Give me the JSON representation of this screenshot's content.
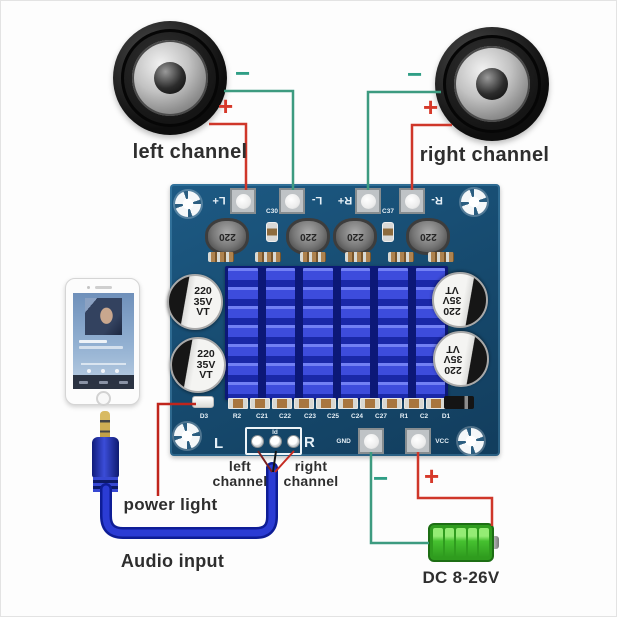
{
  "labels": {
    "left_channel": "left channel",
    "right_channel": "right channel",
    "input_left_line1": "left",
    "input_left_line2": "channel",
    "input_right_line1": "right",
    "input_right_line2": "channel",
    "power_light": "power light",
    "audio_input": "Audio input",
    "dc_range": "DC 8-26V"
  },
  "signs": {
    "plus": "+",
    "minus": "−"
  },
  "colors": {
    "wire_positive": "#cf372a",
    "wire_negative": "#3d9b80",
    "pcb_blue": "#174c71",
    "heatsink_blue": "#3d4cdc",
    "cable_blue": "#1626b8",
    "battery_green": "#46c130"
  },
  "board": {
    "speaker_terminals": [
      "L+",
      "L-",
      "R+",
      "R-"
    ],
    "inductors": [
      "220",
      "220",
      "220",
      "220"
    ],
    "coupling_caps": [
      "C30",
      "C37"
    ],
    "filter_cap_lines": [
      "220",
      "35V",
      "VT"
    ],
    "bottom_silkscreen": [
      "D3",
      "R2",
      "C21",
      "C22",
      "C23",
      "C25",
      "C24",
      "C27",
      "R1",
      "C2",
      "D1"
    ],
    "input_marks": {
      "left": "L",
      "id": "Id",
      "right": "R"
    },
    "power_marks": {
      "gnd": "GND",
      "vcc": "VCC"
    }
  }
}
